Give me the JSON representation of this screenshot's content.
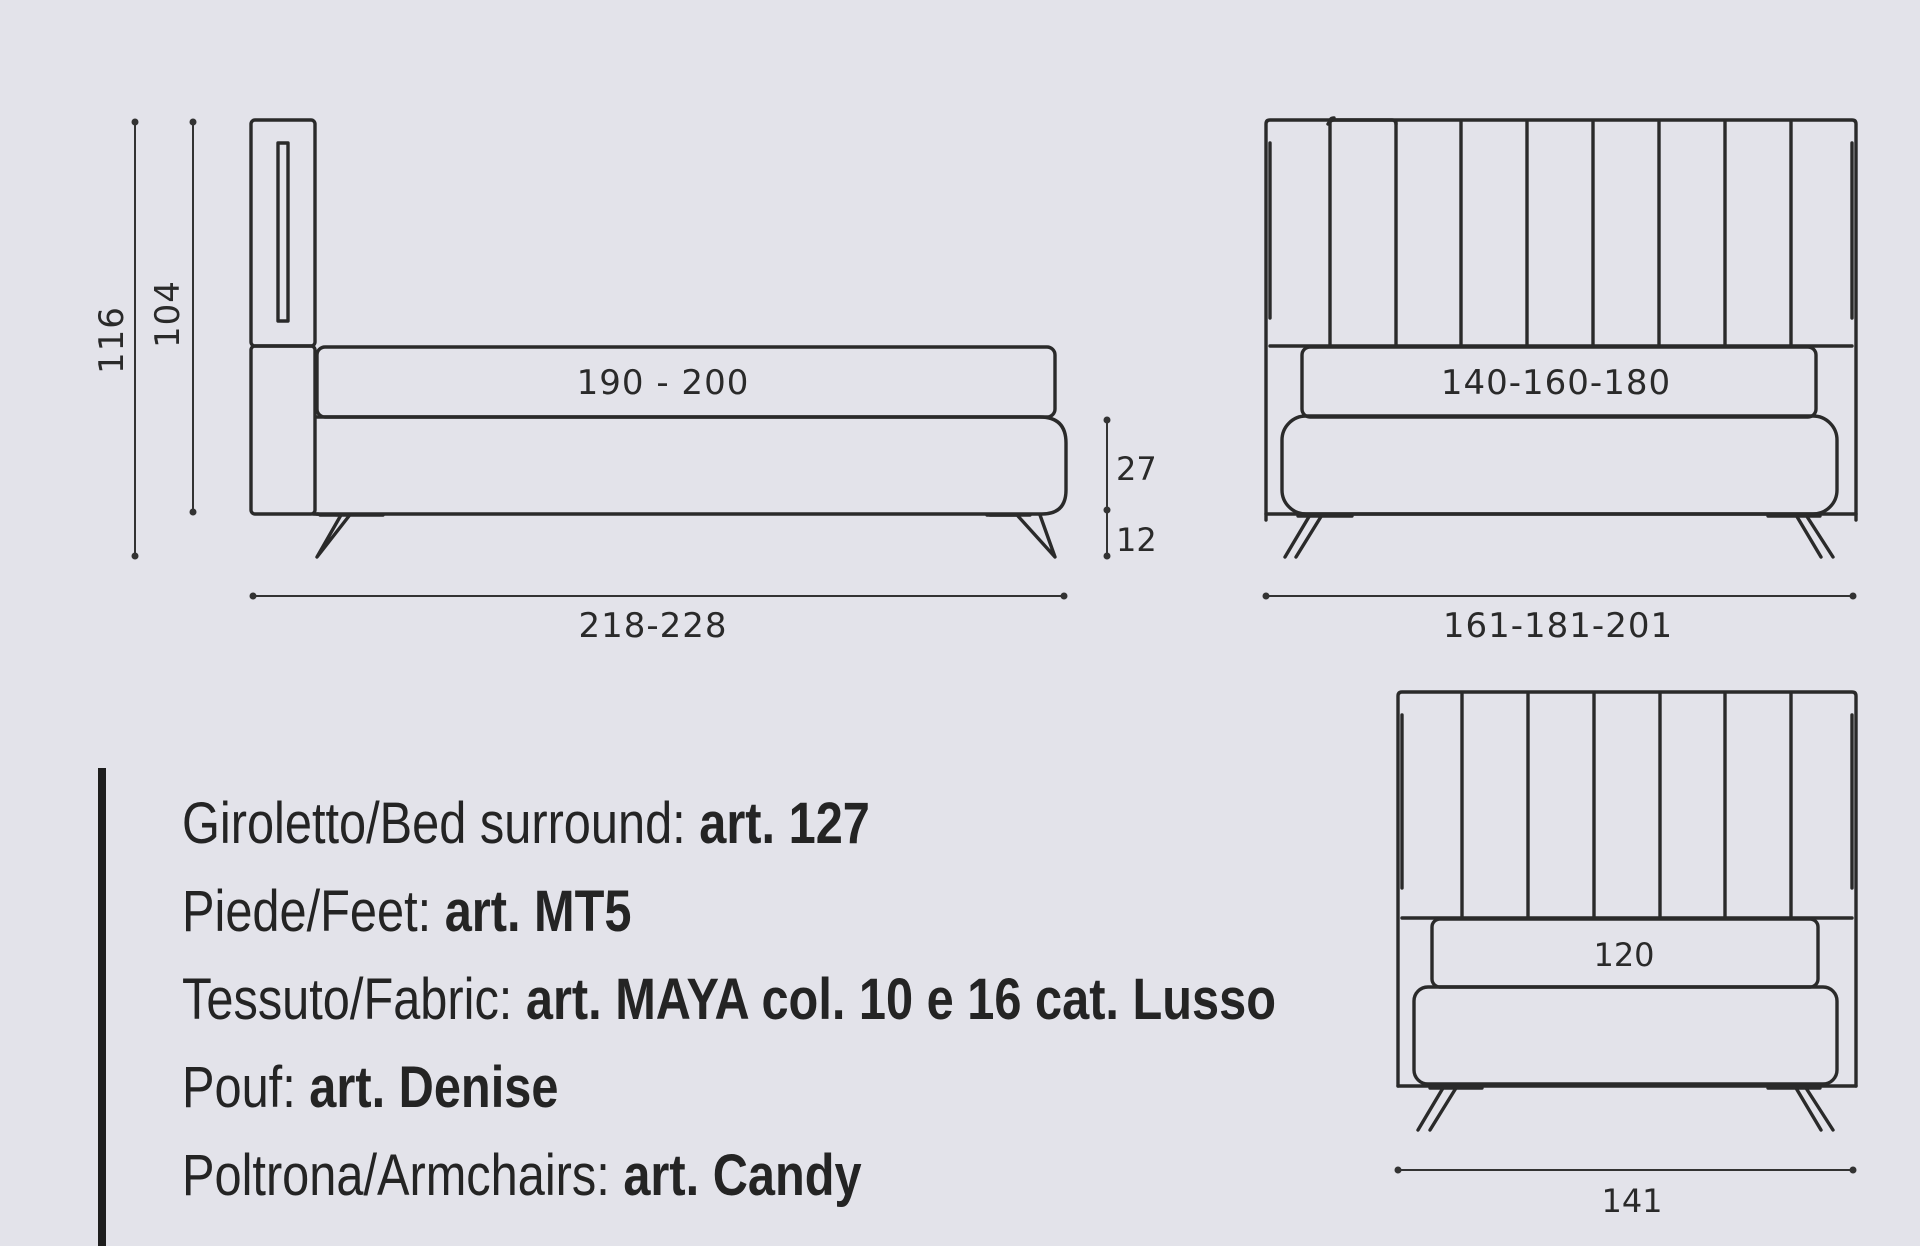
{
  "dimensions": {
    "side_view": {
      "total_height": "116",
      "headboard_height": "104",
      "mattress_length": "190 - 200",
      "base_height": "27",
      "feet_height": "12",
      "total_length": "218-228"
    },
    "front_view_double": {
      "mattress_width": "140-160-180",
      "total_width": "161-181-201"
    },
    "front_view_single": {
      "mattress_width": "120",
      "total_width": "141"
    }
  },
  "specs": [
    {
      "label": "Giroletto/Bed surround: ",
      "value": "art. 127"
    },
    {
      "label": "Piede/Feet: ",
      "value": "art. MT5"
    },
    {
      "label": "Tessuto/Fabric: ",
      "value": "art. MAYA col. 10 e 16 cat. Lusso"
    },
    {
      "label": "Pouf: ",
      "value": "art. Denise"
    },
    {
      "label": "Poltrona/Armchairs: ",
      "value": "art. Candy"
    }
  ]
}
